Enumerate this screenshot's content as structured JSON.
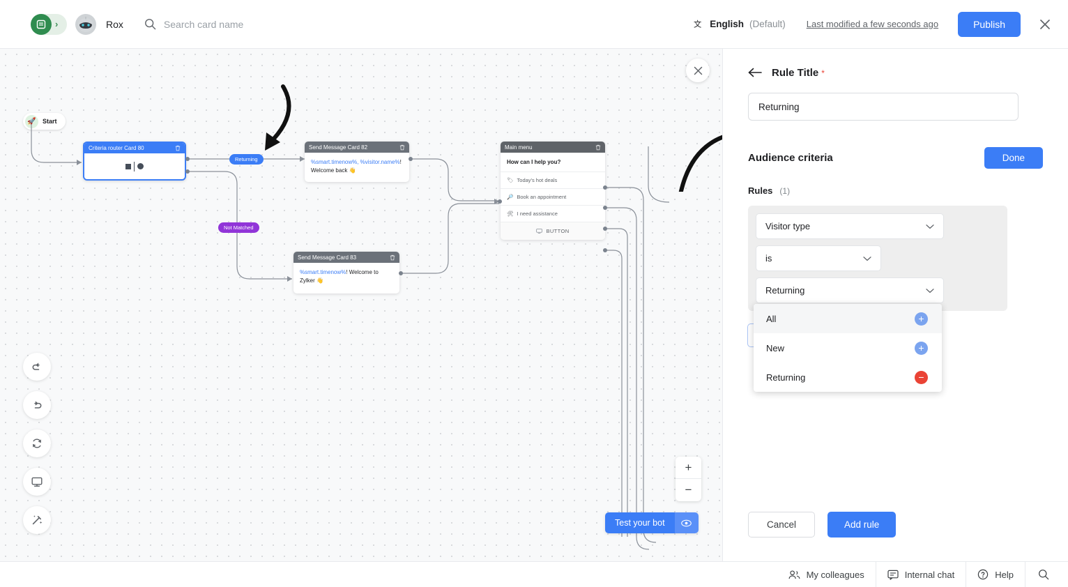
{
  "header": {
    "bot_name": "Rox",
    "search_placeholder": "Search card name",
    "language": "English",
    "language_default": "(Default)",
    "last_modified": "Last modified a few seconds ago",
    "publish_label": "Publish",
    "logo_icon": "zoho-logo-icon",
    "chevron_icon": "chevron-right-icon",
    "avatar_icon": "bot-avatar-icon",
    "search_icon": "search-icon",
    "translate_icon": "translate-icon",
    "close_icon": "close-icon"
  },
  "canvas": {
    "close_icon": "close-icon",
    "start": {
      "label": "Start",
      "icon": "rocket-icon"
    },
    "cards": [
      {
        "id": "criteria-router-80",
        "title": "Criteria router Card 80",
        "delete_icon": "trash-icon",
        "type": "criteria-router"
      },
      {
        "id": "send-message-82",
        "title": "Send Message Card 82",
        "delete_icon": "trash-icon",
        "type": "send-message",
        "variables": "%smart.timenow%, %visitor.name%",
        "text": "! Welcome back ",
        "emoji": "👋"
      },
      {
        "id": "send-message-83",
        "title": "Send Message Card 83",
        "delete_icon": "trash-icon",
        "type": "send-message",
        "variables": "%smart.timenow%",
        "text": "! Welcome to Zylker ",
        "emoji": "👋"
      },
      {
        "id": "main-menu",
        "title": "Main menu",
        "delete_icon": "trash-icon",
        "type": "menu",
        "question": "How can I help you?",
        "items": [
          {
            "label": "Today's hot deals",
            "icon": "🏷"
          },
          {
            "label": "Book an appointment",
            "icon": "🔎"
          },
          {
            "label": "I need assistance",
            "icon": "🛠"
          }
        ],
        "button_label": "BUTTON",
        "button_icon": "button-icon"
      }
    ],
    "badges": [
      {
        "label": "Returning",
        "color": "#3b7df6"
      },
      {
        "label": "Not Matched",
        "color": "#9135d8"
      }
    ],
    "toolbar": [
      {
        "name": "undo-icon"
      },
      {
        "name": "redo-icon"
      },
      {
        "name": "refresh-icon"
      },
      {
        "name": "preview-screen-icon"
      },
      {
        "name": "magic-wand-icon"
      }
    ],
    "zoom": {
      "in": "+",
      "out": "−"
    },
    "test_bot": {
      "label": "Test your bot",
      "eye_icon": "eye-icon"
    }
  },
  "panel": {
    "back_icon": "back-arrow-icon",
    "title": "Rule Title",
    "required_mark": "*",
    "title_value": "Returning",
    "audience_label": "Audience criteria",
    "done_label": "Done",
    "rules_label": "Rules",
    "rules_count": "(1)",
    "rule": {
      "field": "Visitor type",
      "operator": "is",
      "value": "Returning",
      "chevron_icon": "chevron-down-icon"
    },
    "dropdown": {
      "options": [
        {
          "label": "All",
          "action": "add",
          "action_symbol": "+",
          "selected": false,
          "highlighted": true
        },
        {
          "label": "New",
          "action": "add",
          "action_symbol": "+",
          "selected": false,
          "highlighted": false
        },
        {
          "label": "Returning",
          "action": "remove",
          "action_symbol": "−",
          "selected": true,
          "highlighted": false
        }
      ]
    },
    "cancel_label": "Cancel",
    "add_rule_label": "Add rule"
  },
  "bottom_bar": {
    "items": [
      {
        "label": "My colleagues",
        "icon": "people-icon"
      },
      {
        "label": "Internal chat",
        "icon": "chat-icon"
      },
      {
        "label": "Help",
        "icon": "help-icon"
      },
      {
        "label": "",
        "icon": "search-icon"
      }
    ]
  },
  "colors": {
    "accent_blue": "#3b7df6",
    "badge_purple": "#9135d8",
    "danger_red": "#ea4335",
    "brand_green": "#2f8c4f"
  }
}
